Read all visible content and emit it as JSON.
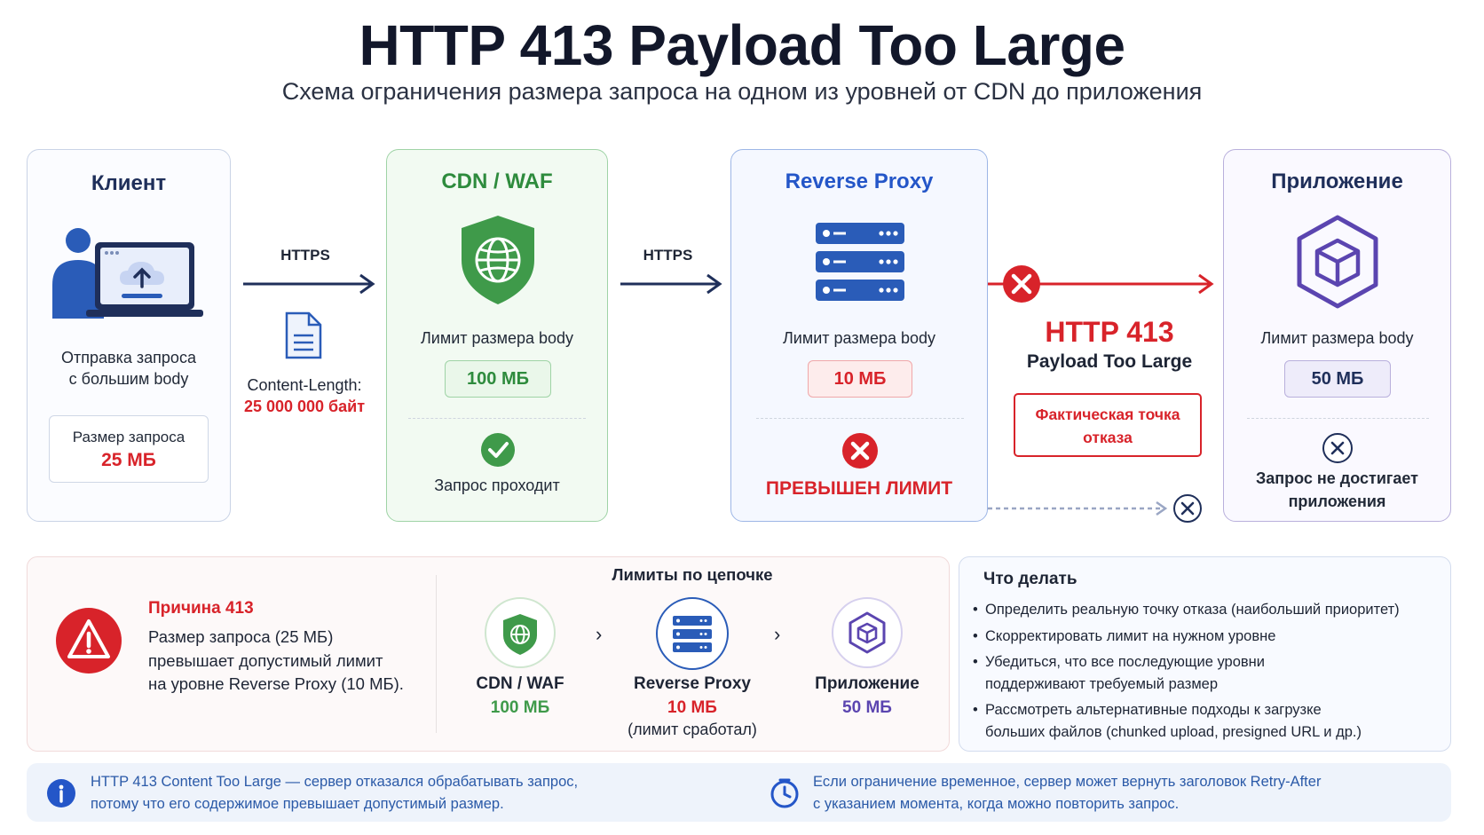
{
  "header": {
    "title": "HTTP 413 Payload Too Large",
    "subtitle": "Схема ограничения размера запроса на одном из уровней от CDN до приложения"
  },
  "client": {
    "title": "Клиент",
    "desc_line1": "Отправка запроса",
    "desc_line2": "с большим body",
    "size_label": "Размер запроса",
    "size_value": "25 МБ"
  },
  "link1": {
    "protocol": "HTTPS",
    "header_label": "Content-Length:",
    "header_value": "25 000 000 байт"
  },
  "cdn": {
    "title": "CDN / WAF",
    "limit_label": "Лимит размера body",
    "limit_value": "100 МБ",
    "status": "Запрос проходит"
  },
  "link2": {
    "protocol": "HTTPS"
  },
  "proxy": {
    "title": "Reverse Proxy",
    "limit_label": "Лимит размера body",
    "limit_value": "10 МБ",
    "status": "ПРЕВЫШЕН ЛИМИТ"
  },
  "error": {
    "code": "HTTP 413",
    "message": "Payload Too Large",
    "point_line1": "Фактическая точка",
    "point_line2": "отказа"
  },
  "app": {
    "title": "Приложение",
    "limit_label": "Лимит размера body",
    "limit_value": "50 МБ",
    "status_line1": "Запрос не достигает",
    "status_line2": "приложения"
  },
  "reason": {
    "title": "Причина 413",
    "line1": "Размер запроса (25 МБ)",
    "line2": "превышает допустимый лимит",
    "line3": "на уровне Reverse Proxy (10 МБ)."
  },
  "chain": {
    "title": "Лимиты по цепочке",
    "items": [
      {
        "name": "CDN / WAF",
        "value": "100 МБ",
        "note": ""
      },
      {
        "name": "Reverse Proxy",
        "value": "10 МБ",
        "note": "(лимит сработал)"
      },
      {
        "name": "Приложение",
        "value": "50 МБ",
        "note": ""
      }
    ]
  },
  "todo": {
    "title": "Что делать",
    "b1": "Определить реальную точку отказа (наибольший приоритет)",
    "b2": "Скорректировать лимит на нужном уровне",
    "b3_line1": "Убедиться, что все последующие уровни",
    "b3_line2": "поддерживают требуемый размер",
    "b4_line1": "Рассмотреть альтернативные подходы к загрузке",
    "b4_line2": "больших файлов (chunked upload, presigned URL и др.)"
  },
  "footer": {
    "info_line1": "HTTP 413 Content Too Large — сервер отказался обрабатывать запрос,",
    "info_line2": "потому что его содержимое превышает допустимый размер.",
    "retry_line1": "Если ограничение временное, сервер может вернуть заголовок Retry-After",
    "retry_line2": "с указанием момента, когда можно повторить запрос."
  },
  "colors": {
    "navy": "#1f2f5a",
    "green": "#2e8b3d",
    "blue": "#2456c8",
    "red": "#d8232a",
    "purple": "#5b45b0"
  }
}
